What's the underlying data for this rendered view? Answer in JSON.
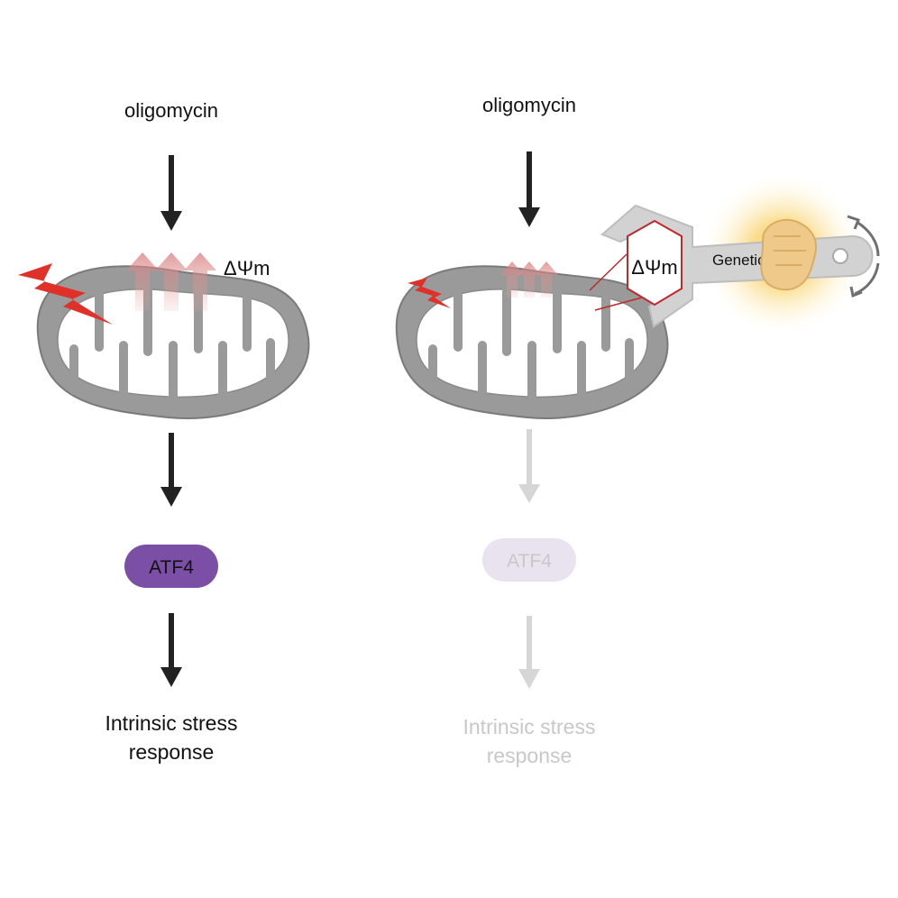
{
  "left_panel": {
    "drug_label": "oligomycin",
    "membrane_potential_label": "ΔΨm",
    "atf4_label": "ATF4",
    "response_line1": "Intrinsic stress",
    "response_line2": "response"
  },
  "right_panel": {
    "drug_label": "oligomycin",
    "membrane_potential_label": "ΔΨm",
    "tool_label": "Genetic tool",
    "atf4_label": "ATF4",
    "response_line1": "Intrinsic stress",
    "response_line2": "response"
  },
  "colors": {
    "arrow_active": "#222222",
    "arrow_inactive": "#d6d6d6",
    "atf4_active": "#7b4fa6",
    "atf4_inactive": "#e9e2ef",
    "text_inactive": "#c8c8c8",
    "mito_fill": "#9a9a9a",
    "mito_stroke": "#7a7a7a",
    "lightning": "#e0302a",
    "proton_arrow": "#e8a6a6",
    "hexagon": "#c0282a",
    "wrench": "#d2d2d2",
    "glow": "#f7c84a"
  },
  "icons": [
    "lightning-icon",
    "mitochondrion-icon",
    "wrench-icon",
    "hand-icon",
    "rotate-arrows-icon",
    "hexagon-icon"
  ]
}
